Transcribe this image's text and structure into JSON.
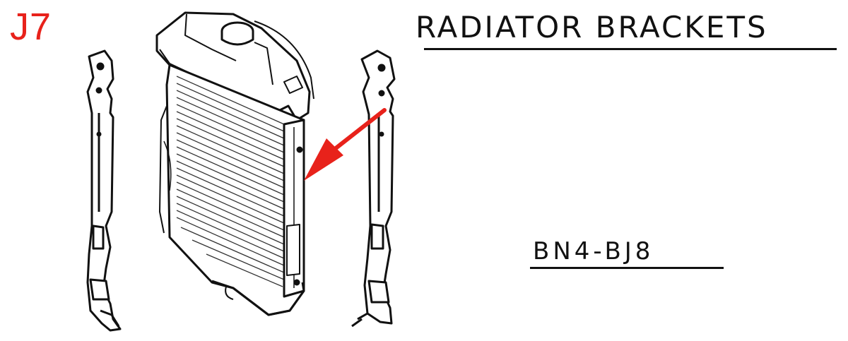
{
  "reference_code": "J7",
  "title": "RADIATOR BRACKETS",
  "model_range": "BN4-BJ8",
  "colors": {
    "reference": "#e8221b",
    "arrow": "#e8221b",
    "ink": "#111111"
  },
  "parts": {
    "left_bracket": "radiator-bracket-left",
    "radiator": "radiator",
    "right_bracket": "radiator-bracket-right",
    "pointer": "red-arrow-pointer"
  }
}
